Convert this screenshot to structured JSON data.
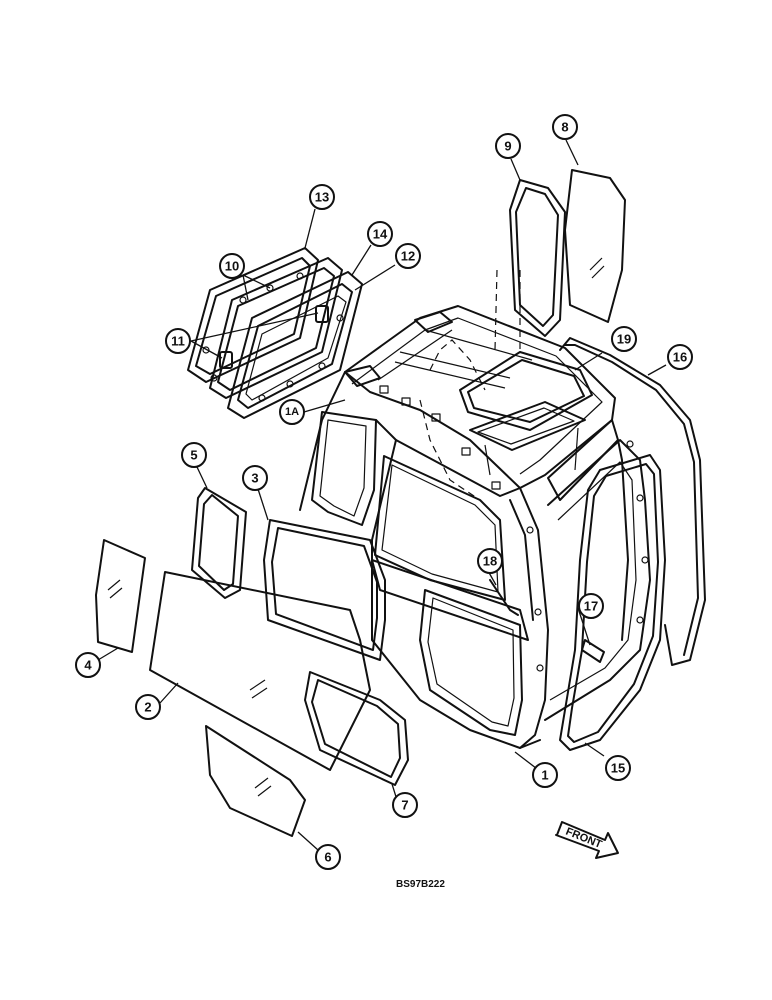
{
  "callouts": [
    {
      "id": "c1",
      "label": "1"
    },
    {
      "id": "c1a",
      "label": "1A"
    },
    {
      "id": "c2",
      "label": "2"
    },
    {
      "id": "c3",
      "label": "3"
    },
    {
      "id": "c4",
      "label": "4"
    },
    {
      "id": "c5",
      "label": "5"
    },
    {
      "id": "c6",
      "label": "6"
    },
    {
      "id": "c7",
      "label": "7"
    },
    {
      "id": "c8",
      "label": "8"
    },
    {
      "id": "c9",
      "label": "9"
    },
    {
      "id": "c10",
      "label": "10"
    },
    {
      "id": "c11",
      "label": "11"
    },
    {
      "id": "c12",
      "label": "12"
    },
    {
      "id": "c13",
      "label": "13"
    },
    {
      "id": "c14",
      "label": "14"
    },
    {
      "id": "c15",
      "label": "15"
    },
    {
      "id": "c16",
      "label": "16"
    },
    {
      "id": "c17",
      "label": "17"
    },
    {
      "id": "c18",
      "label": "18"
    },
    {
      "id": "c19",
      "label": "19"
    }
  ],
  "front_arrow_label": "FRONT",
  "drawing_code": "BS97B222"
}
